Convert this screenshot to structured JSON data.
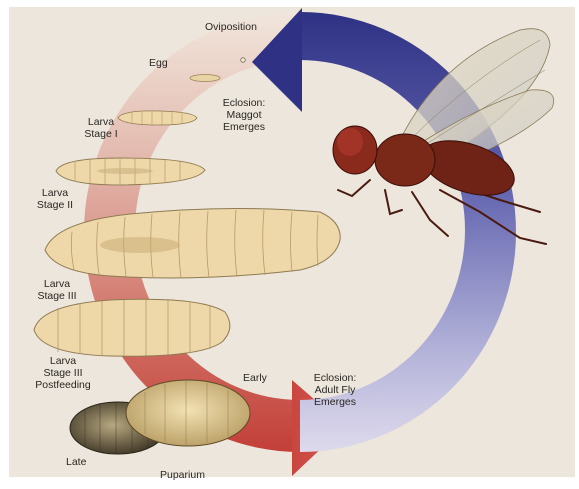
{
  "diagram": {
    "stages": {
      "oviposition": "Oviposition",
      "egg": "Egg",
      "eclosion_maggot_line1": "Eclosion:",
      "eclosion_maggot_line2": "Maggot",
      "eclosion_maggot_line3": "Emerges",
      "larva1_line1": "Larva",
      "larva1_line2": "Stage I",
      "larva2_line1": "Larva",
      "larva2_line2": "Stage II",
      "larva3_line1": "Larva",
      "larva3_line2": "Stage III",
      "larva3pf_line1": "Larva",
      "larva3pf_line2": "Stage III",
      "larva3pf_line3": "Postfeeding",
      "early": "Early",
      "late": "Late",
      "puparium": "Puparium",
      "eclosion_fly_line1": "Eclosion:",
      "eclosion_fly_line2": "Adult Fly",
      "eclosion_fly_line3": "Emerges"
    },
    "colors": {
      "background": "#ede7dd",
      "red_arrow": "#c64a46",
      "blue_arrow": "#3f3f94",
      "larva": "#eed8a9",
      "fly_body": "#6e2316"
    },
    "icons": [
      "egg-icon",
      "larva-icon",
      "pupa-icon",
      "fly-icon"
    ]
  }
}
